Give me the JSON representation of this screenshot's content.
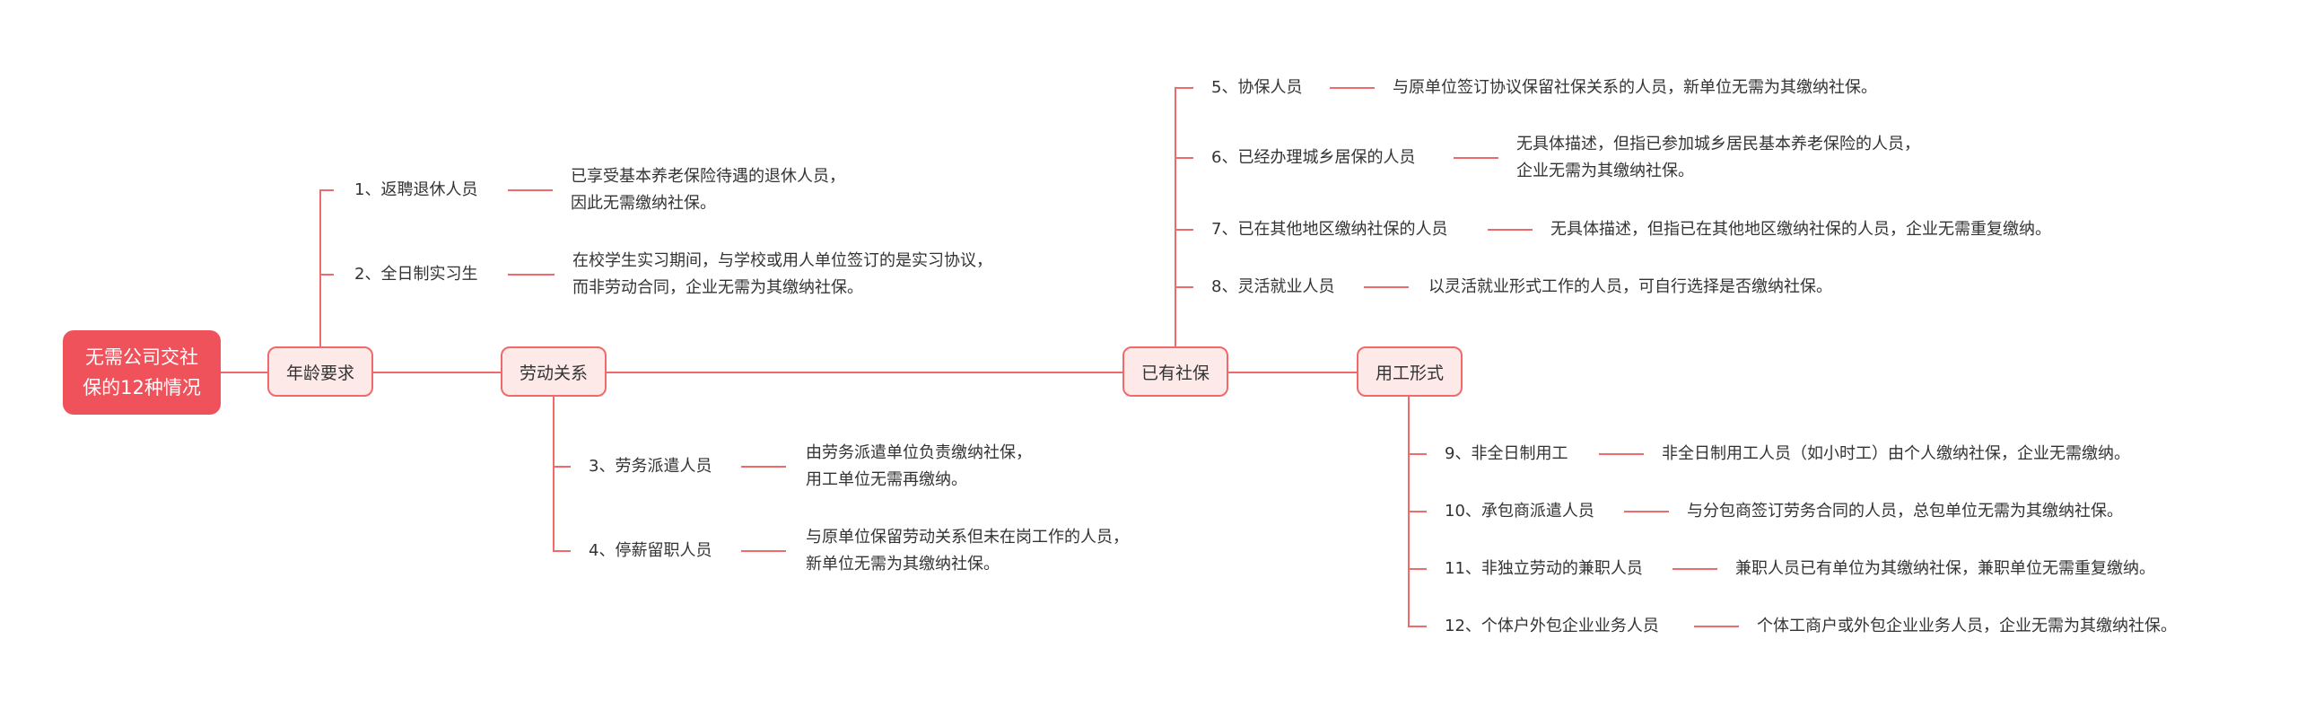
{
  "root": {
    "title": "无需公司交社\n保的12种情况"
  },
  "categories": {
    "age": "年龄要求",
    "labor": "劳动关系",
    "insured": "已有社保",
    "employment": "用工形式"
  },
  "cases": [
    {
      "label": "1、返聘退休人员",
      "desc": "已享受基本养老保险待遇的退休人员，\n因此无需缴纳社保。"
    },
    {
      "label": "2、全日制实习生",
      "desc": "在校学生实习期间，与学校或用人单位签订的是实习协议，\n而非劳动合同，企业无需为其缴纳社保。"
    },
    {
      "label": "3、劳务派遣人员",
      "desc": "由劳务派遣单位负责缴纳社保，\n用工单位无需再缴纳。"
    },
    {
      "label": "4、停薪留职人员",
      "desc": "与原单位保留劳动关系但未在岗工作的人员，\n新单位无需为其缴纳社保。"
    },
    {
      "label": "5、协保人员",
      "desc": "与原单位签订协议保留社保关系的人员，新单位无需为其缴纳社保。"
    },
    {
      "label": "6、已经办理城乡居保的人员",
      "desc": "无具体描述，但指已参加城乡居民基本养老保险的人员，\n企业无需为其缴纳社保。"
    },
    {
      "label": "7、已在其他地区缴纳社保的人员",
      "desc": "无具体描述，但指已在其他地区缴纳社保的人员，企业无需重复缴纳。"
    },
    {
      "label": "8、灵活就业人员",
      "desc": "以灵活就业形式工作的人员，可自行选择是否缴纳社保。"
    },
    {
      "label": "9、非全日制用工",
      "desc": "非全日制用工人员（如小时工）由个人缴纳社保，企业无需缴纳。"
    },
    {
      "label": "10、承包商派遣人员",
      "desc": "与分包商签订劳务合同的人员，总包单位无需为其缴纳社保。"
    },
    {
      "label": "11、非独立劳动的兼职人员",
      "desc": "兼职人员已有单位为其缴纳社保，兼职单位无需重复缴纳。"
    },
    {
      "label": "12、个体户外包企业业务人员",
      "desc": "个体工商户或外包企业业务人员，企业无需为其缴纳社保。"
    }
  ],
  "colors": {
    "accent": "#f0525b",
    "line": "#ef6a6a",
    "node_fill": "#fde9e7",
    "text": "#333333"
  }
}
